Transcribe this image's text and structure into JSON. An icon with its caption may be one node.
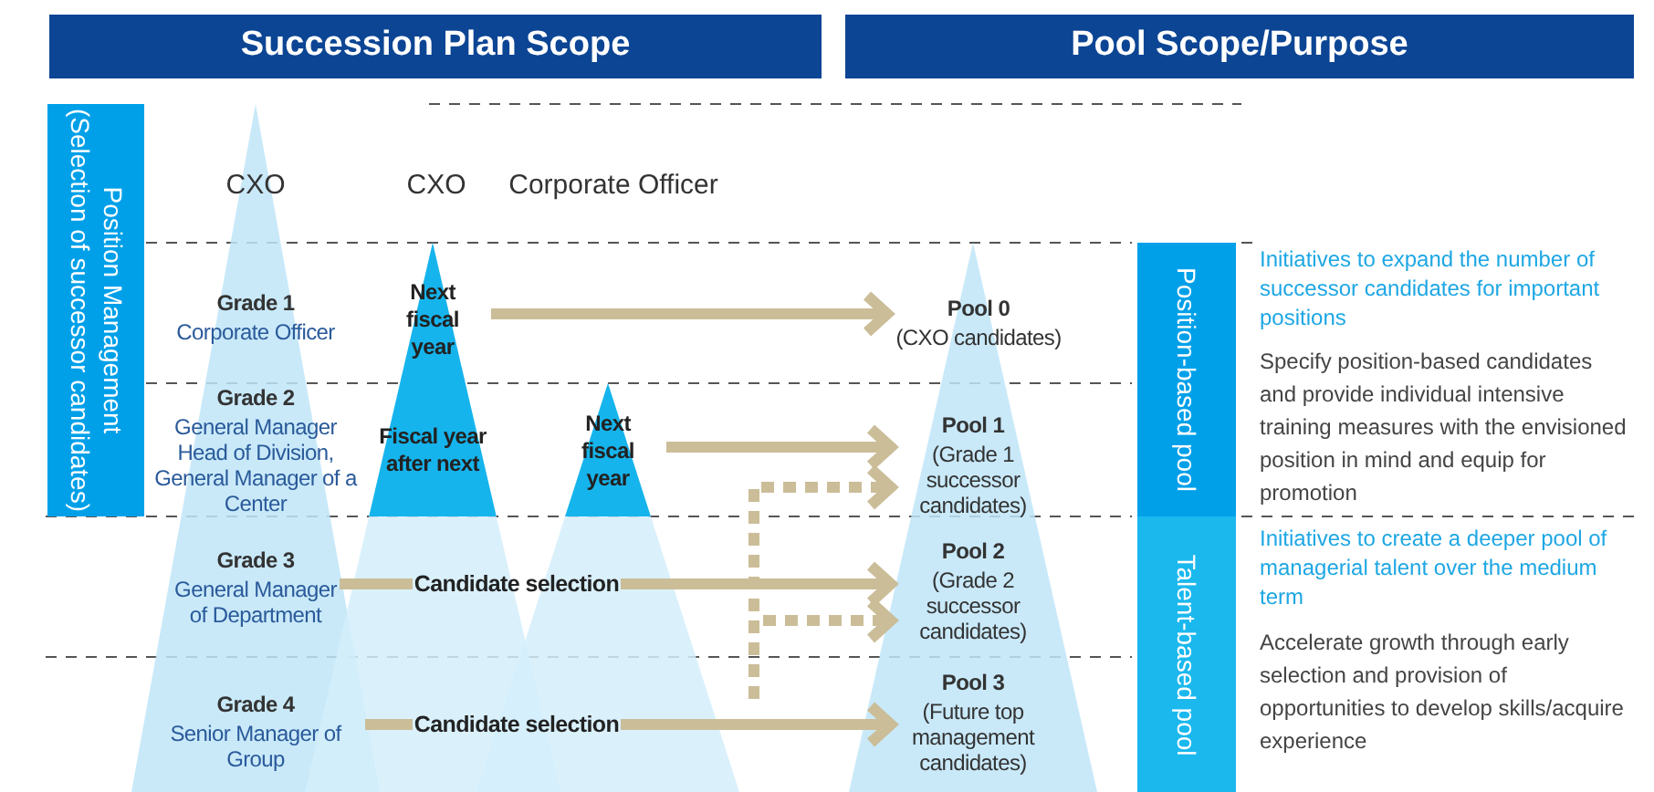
{
  "diagram": {
    "nodes": [
      {
        "text": [
          "Succession Plan Scope"
        ]
      },
      {
        "text": [
          "Pool Scope/Purpose"
        ]
      },
      {
        "text": [
          "Position Management",
          "(Selection of successor candidates)"
        ]
      },
      {
        "text": [
          "Grade 1",
          "Corporate Officer"
        ]
      },
      {
        "text": [
          "Grade 2",
          "General Manager Head of Division, General Manager of a Center"
        ]
      },
      {
        "text": [
          "Grade 3",
          "General Manager of Department"
        ]
      },
      {
        "text": [
          "Grade 4",
          "Senior Manager of Group"
        ]
      },
      {
        "text": [
          "Next fiscal year"
        ]
      },
      {
        "text": [
          "Fiscal year after next"
        ]
      },
      {
        "text": [
          "Next fiscal year"
        ]
      },
      {
        "text": [
          "Pool 0",
          "(CXO candidates)"
        ]
      },
      {
        "text": [
          "Pool 1",
          "(Grade 1 successor candidates)"
        ]
      },
      {
        "text": [
          "Pool 2",
          "(Grade 2 successor candidates)"
        ]
      },
      {
        "text": [
          "Pool 3",
          "(Future top management candidates)"
        ]
      },
      {
        "text": [
          "Position-based pool"
        ]
      },
      {
        "text": [
          "Talent-based pool"
        ]
      }
    ],
    "edges": [
      {
        "from": 7,
        "to": 10,
        "arrow": "to"
      },
      {
        "from": 9,
        "to": 11,
        "arrow": "to"
      },
      {
        "from": 5,
        "to": 12,
        "arrow": "to",
        "label": "Candidate selection"
      },
      {
        "from": 6,
        "to": 13,
        "arrow": "to",
        "label": "Candidate selection"
      },
      {
        "from": null,
        "to": 11,
        "arrow": "to",
        "style": "dashed"
      },
      {
        "from": null,
        "to": 12,
        "arrow": "to",
        "style": "dashed"
      }
    ],
    "labels": [
      "CXO",
      "CXO",
      "Corporate Officer",
      "Initiatives to expand the number of successor candidates for important positions",
      "Specify position-based candidates and provide individual intensive training measures with the envisioned position in mind and equip for promotion",
      "Initiatives to create a deeper pool of managerial talent over the medium term",
      "Accelerate growth through early selection and provision of opportunities to develop skills/acquire experience"
    ]
  }
}
